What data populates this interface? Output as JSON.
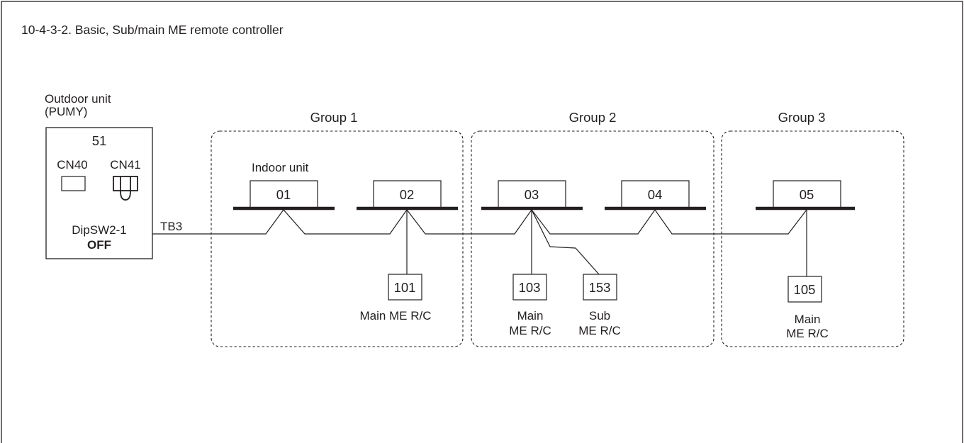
{
  "title": "10-4-3-2. Basic, Sub/main ME remote controller",
  "outdoor": {
    "label_line1": "Outdoor unit",
    "label_line2": "(PUMY)",
    "address": "51",
    "cn40": "CN40",
    "cn41": "CN41",
    "dipsw": "DipSW2-1",
    "dipsw_state": "OFF",
    "terminal": "TB3"
  },
  "indoor_unit_label": "Indoor unit",
  "groups": [
    {
      "label": "Group 1"
    },
    {
      "label": "Group 2"
    },
    {
      "label": "Group 3"
    }
  ],
  "indoor_units": [
    {
      "address": "01"
    },
    {
      "address": "02"
    },
    {
      "address": "03"
    },
    {
      "address": "04"
    },
    {
      "address": "05"
    }
  ],
  "remote_controllers": [
    {
      "address": "101",
      "label_line1": "Main ME R/C",
      "label_line2": ""
    },
    {
      "address": "103",
      "label_line1": "Main",
      "label_line2": "ME R/C"
    },
    {
      "address": "153",
      "label_line1": "Sub",
      "label_line2": "ME R/C"
    },
    {
      "address": "105",
      "label_line1": "Main",
      "label_line2": "ME R/C"
    }
  ],
  "colors": {
    "line": "#231f20",
    "background": "#ffffff"
  }
}
